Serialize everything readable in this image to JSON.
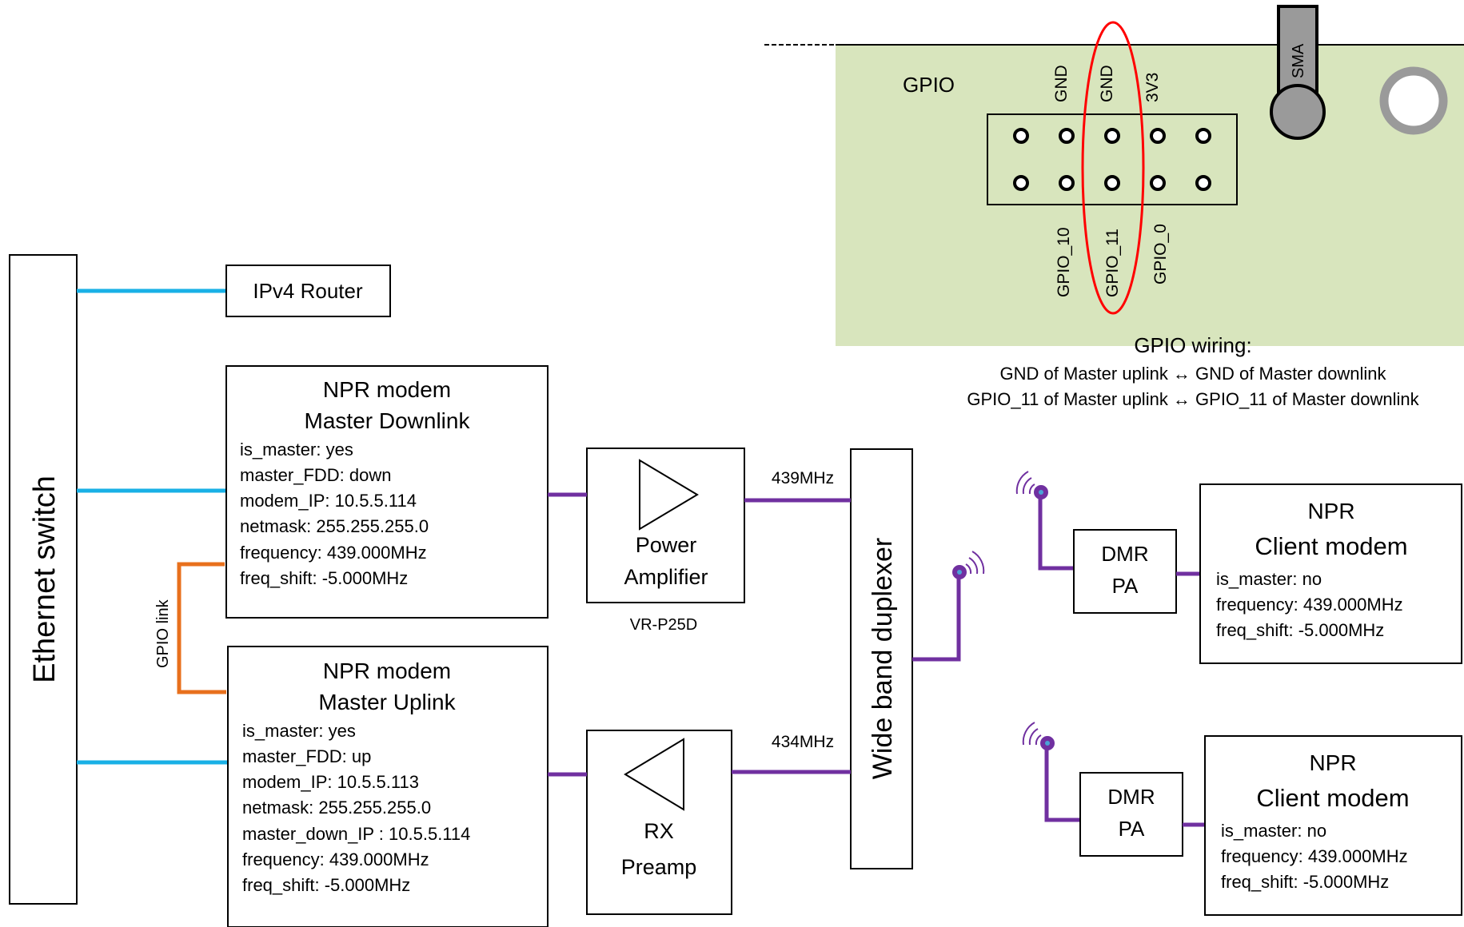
{
  "colors": {
    "ethernet_line": "#19b0e6",
    "rf_line": "#7030a0",
    "gpio_link_line": "#e8701d",
    "board_green": "#d8e5bd",
    "highlight_red": "#ff0000",
    "sma_grey": "#9a9a9a"
  },
  "board": {
    "title": "GPIO",
    "top_pin_labels": [
      "GND",
      "GND",
      "3V3"
    ],
    "bottom_pin_labels": [
      "GPIO_10",
      "GPIO_11",
      "GPIO_0"
    ],
    "connector_label": "SMA"
  },
  "gpio_wiring": {
    "title": "GPIO wiring:",
    "line1": "GND of Master uplink ↔ GND of Master downlink",
    "line2": "GPIO_11 of Master uplink ↔ GPIO_11 of Master downlink"
  },
  "ethernet_switch": {
    "label": "Ethernet switch"
  },
  "router": {
    "label": "IPv4 Router"
  },
  "gpio_link": {
    "label": "GPIO link"
  },
  "master_downlink": {
    "title1": "NPR modem",
    "title2": "Master Downlink",
    "lines": [
      "is_master: yes",
      "master_FDD: down",
      "modem_IP: 10.5.5.114",
      "netmask: 255.255.255.0",
      "frequency: 439.000MHz",
      "freq_shift: -5.000MHz"
    ]
  },
  "master_uplink": {
    "title1": "NPR modem",
    "title2": "Master Uplink",
    "lines": [
      "is_master: yes",
      "master_FDD: up",
      "modem_IP: 10.5.5.113",
      "netmask: 255.255.255.0",
      "master_down_IP : 10.5.5.114",
      "frequency: 439.000MHz",
      "freq_shift: -5.000MHz"
    ]
  },
  "power_amp": {
    "line1": "Power",
    "line2": "Amplifier",
    "model": "VR-P25D"
  },
  "rx_preamp": {
    "line1": "RX",
    "line2": "Preamp"
  },
  "duplexer": {
    "label": "Wide band duplexer"
  },
  "freq_tx": "439MHz",
  "freq_rx": "434MHz",
  "dmr_pa_1": {
    "line1": "DMR",
    "line2": "PA"
  },
  "dmr_pa_2": {
    "line1": "DMR",
    "line2": "PA"
  },
  "client_1": {
    "title1": "NPR",
    "title2": "Client modem",
    "lines": [
      "is_master: no",
      "frequency: 439.000MHz",
      "freq_shift: -5.000MHz"
    ]
  },
  "client_2": {
    "title1": "NPR",
    "title2": "Client modem",
    "lines": [
      "is_master: no",
      "frequency: 439.000MHz",
      "freq_shift: -5.000MHz"
    ]
  }
}
